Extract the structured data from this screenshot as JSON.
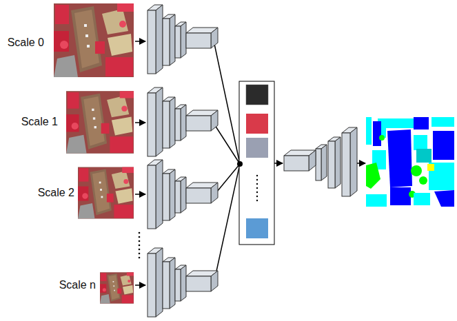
{
  "diagram": {
    "labels": [
      "Scale 0",
      "Scale 1",
      "Scale 2",
      "Scale n"
    ]
  }
}
